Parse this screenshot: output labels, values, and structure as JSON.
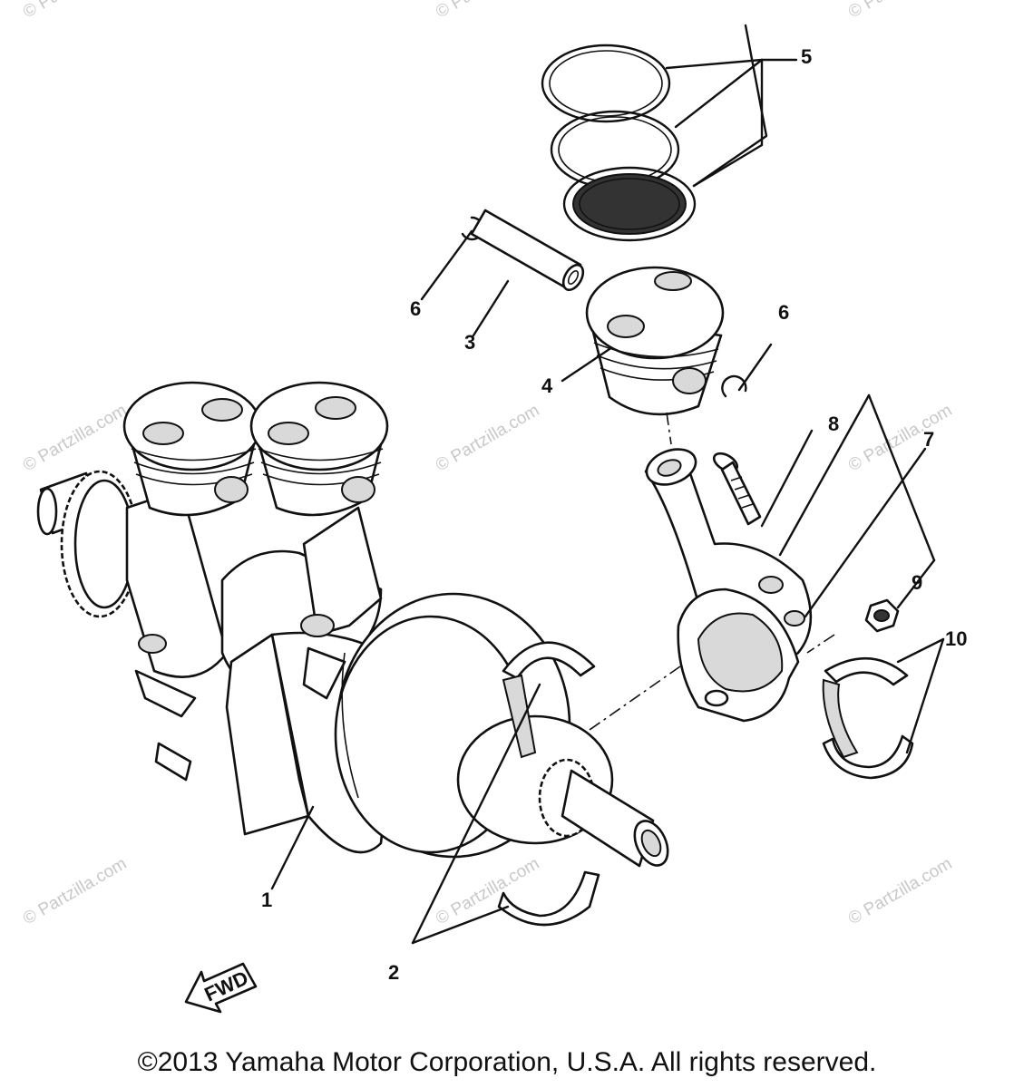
{
  "callouts": [
    {
      "id": "1",
      "label": "1"
    },
    {
      "id": "2",
      "label": "2"
    },
    {
      "id": "3",
      "label": "3"
    },
    {
      "id": "4",
      "label": "4"
    },
    {
      "id": "5",
      "label": "5"
    },
    {
      "id": "6a",
      "label": "6"
    },
    {
      "id": "6b",
      "label": "6"
    },
    {
      "id": "7",
      "label": "7"
    },
    {
      "id": "8",
      "label": "8"
    },
    {
      "id": "9",
      "label": "9"
    },
    {
      "id": "10",
      "label": "10"
    }
  ],
  "fwd_label": "FWD",
  "watermark": "© Partzilla.com",
  "copyright": "©2013 Yamaha Motor Corporation, U.S.A. All rights reserved."
}
